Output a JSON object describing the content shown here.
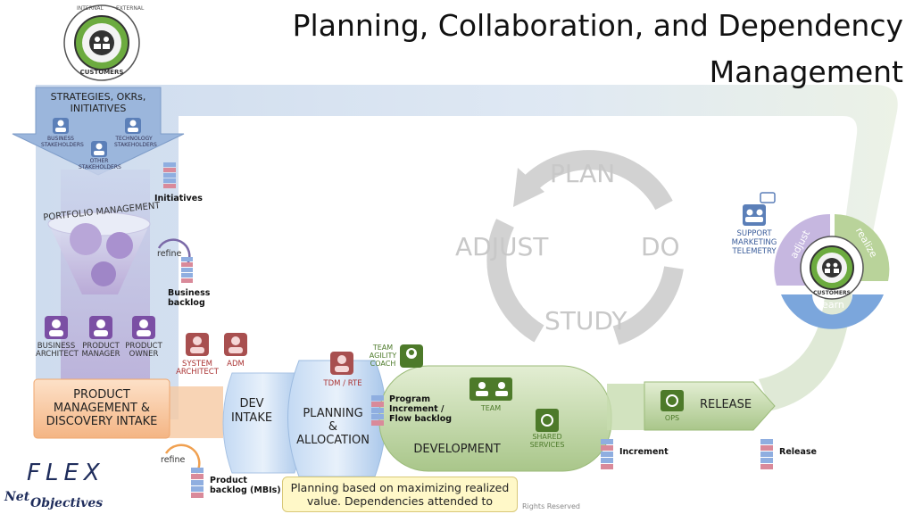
{
  "title_line1": "Planning, Collaboration, and Dependency",
  "title_line2": "Management",
  "customers_badge": {
    "internal": "INTERNAL",
    "external": "EXTERNAL",
    "customers": "CUSTOMERS"
  },
  "strategy": {
    "title_line1": "STRATEGIES, OKRs,",
    "title_line2": "INITIATIVES",
    "stakeholders": [
      "BUSINESS STAKEHOLDERS",
      "TECHNOLOGY STAKEHOLDERS",
      "OTHER STAKEHOLDERS"
    ]
  },
  "initiatives_label": "Initiatives",
  "portfolio_label": "PORTFOLIO MANAGEMENT",
  "refine_label": "refine",
  "business_backlog": [
    "Business",
    "backlog"
  ],
  "roles_left": [
    {
      "line1": "BUSINESS",
      "line2": "ARCHITECT"
    },
    {
      "line1": "PRODUCT",
      "line2": "MANAGER"
    },
    {
      "line1": "PRODUCT",
      "line2": "OWNER"
    }
  ],
  "roles_mid": [
    {
      "line1": "SYSTEM",
      "line2": "ARCHITECT"
    },
    {
      "line1": "ADM",
      "line2": ""
    }
  ],
  "intake_box": [
    "PRODUCT",
    "MANAGEMENT &",
    "DISCOVERY INTAKE"
  ],
  "dev_intake": [
    "DEV",
    "INTAKE"
  ],
  "tdm_label": "TDM / RTE",
  "planning": [
    "PLANNING",
    "&",
    "ALLOCATION"
  ],
  "pi_backlog": [
    "Program",
    "Increment /",
    "Flow backlog"
  ],
  "team_agility_coach": [
    "TEAM",
    "AGILITY",
    "COACH"
  ],
  "team_label": "TEAM",
  "shared_services": [
    "SHARED",
    "SERVICES"
  ],
  "development_label": "DEVELOPMENT",
  "ops_label": "OPS",
  "release_arrow_label": "RELEASE",
  "increment_label": "Increment",
  "release_label": "Release",
  "product_backlog": [
    "Product",
    "backlog (MBIs)"
  ],
  "pdsa": {
    "plan": "PLAN",
    "do": "DO",
    "study": "STUDY",
    "adjust": "ADJUST"
  },
  "support": [
    "SUPPORT",
    "MARKETING",
    "TELEMETRY"
  ],
  "cycle": {
    "adjust": "adjust",
    "realize": "realize",
    "learn": "learn"
  },
  "logo": {
    "flex": "FLEX",
    "net": "Net",
    "objectives": "Objectives"
  },
  "callout": [
    "Planning based on maximizing realized",
    "value. Dependencies attended to"
  ],
  "copyright": "Rights Reserved",
  "colors": {
    "blue_flow": "#9fb8dc",
    "green_flow": "#b9d39a",
    "orange": "#f5b27a",
    "purple": "#7b4fa4",
    "red_role": "#a84f4f"
  }
}
